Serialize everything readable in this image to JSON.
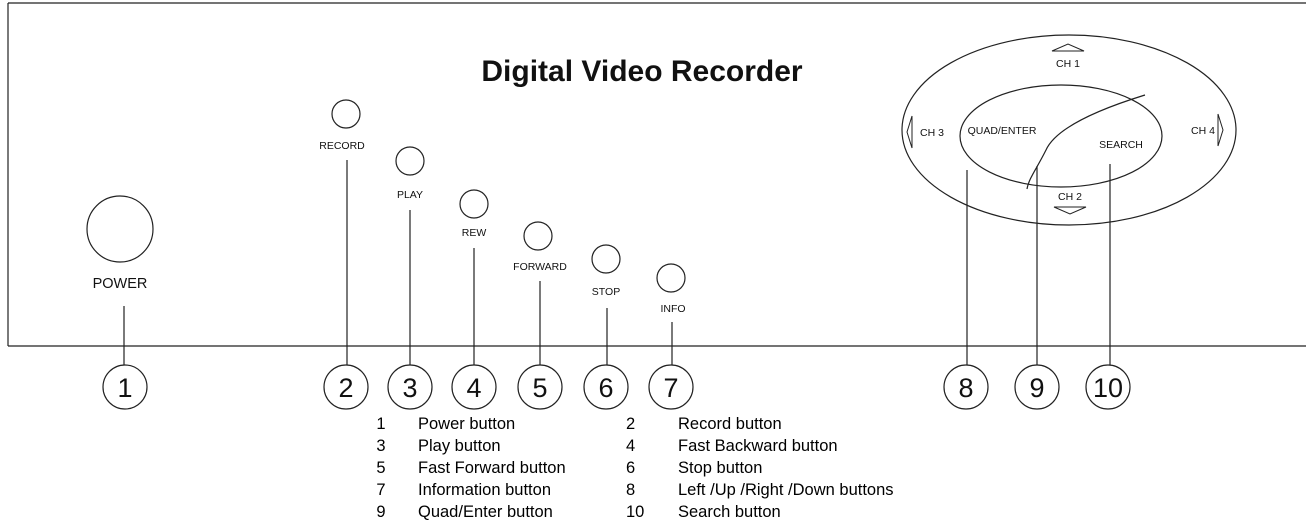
{
  "device": {
    "title": "Digital Video Recorder"
  },
  "front_panel": {
    "power_label": "POWER",
    "record_label": "RECORD",
    "play_label": "PLAY",
    "rew_label": "REW",
    "forward_label": "FORWARD",
    "stop_label": "STOP",
    "info_label": "INFO"
  },
  "nav_pad": {
    "ch1_label": "CH 1",
    "ch2_label": "CH 2",
    "ch3_label": "CH 3",
    "ch4_label": "CH 4",
    "quad_enter_label": "QUAD/ENTER",
    "search_label": "SEARCH"
  },
  "callouts": [
    "1",
    "2",
    "3",
    "4",
    "5",
    "6",
    "7",
    "8",
    "9",
    "10"
  ],
  "legend": [
    {
      "num": "1",
      "text": "Power button"
    },
    {
      "num": "2",
      "text": "Record button"
    },
    {
      "num": "3",
      "text": "Play button"
    },
    {
      "num": "4",
      "text": "Fast Backward button"
    },
    {
      "num": "5",
      "text": "Fast Forward button"
    },
    {
      "num": "6",
      "text": "Stop button"
    },
    {
      "num": "7",
      "text": "Information button"
    },
    {
      "num": "8",
      "text": "Left /Up /Right /Down buttons"
    },
    {
      "num": "9",
      "text": "Quad/Enter button"
    },
    {
      "num": "10",
      "text": "Search button"
    }
  ]
}
